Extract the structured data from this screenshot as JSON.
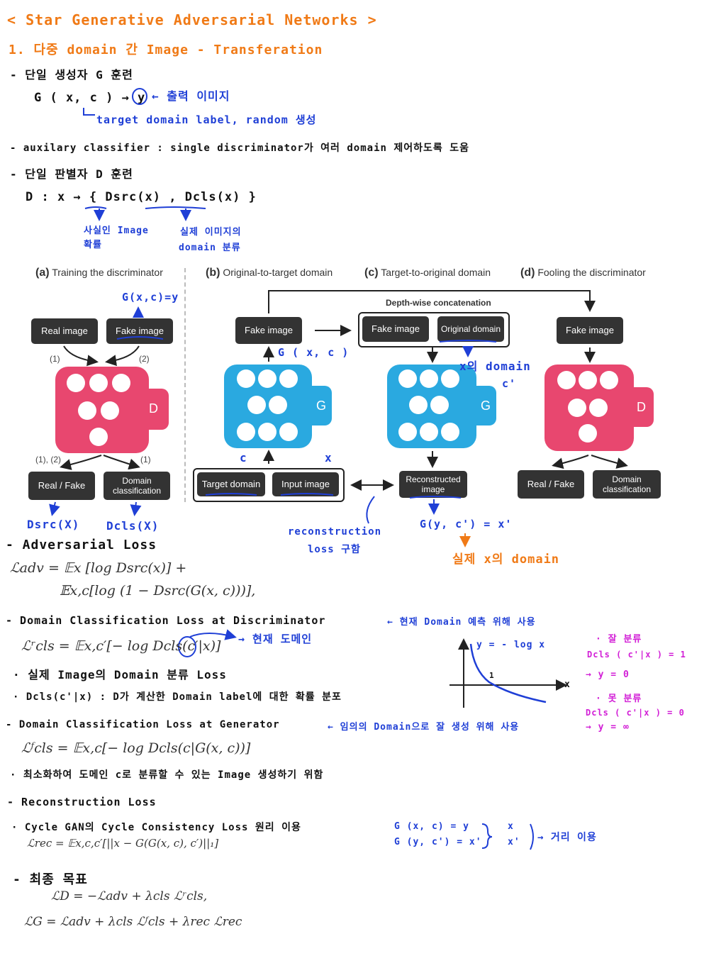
{
  "title": "< Star Generative Adversarial Networks >",
  "section1": {
    "heading": "1. 다중 domain 간 Image - Transferation",
    "line1": "- 단일 생성자 G 훈련",
    "g_formula": "G ( x, c ) → y",
    "g_note": "← 출력 이미지",
    "c_note": "target domain label, random 생성",
    "aux": "- auxilary classifier : single discriminator가 여러 domain 제어하도록 도움",
    "line2": "- 단일 판별자 D 훈련",
    "d_formula": "D : x → { Dsrc(x) , Dcls(x) }",
    "dsrc_note1": "사실인 Image",
    "dsrc_note2": "확률",
    "dcls_note1": "실제 이미지의",
    "dcls_note2": "domain 분류"
  },
  "figure": {
    "panel_a": "Training the discriminator",
    "panel_b": "Original-to-target domain",
    "panel_c": "Target-to-original domain",
    "panel_d": "Fooling the discriminator",
    "label_a": "(a)",
    "label_b": "(b)",
    "label_c": "(c)",
    "label_d": "(d)",
    "real_image": "Real image",
    "fake_image": "Fake image",
    "real_fake": "Real / Fake",
    "domain_classification": "Domain classification",
    "target_domain": "Target domain",
    "input_image": "Input image",
    "original_domain": "Original domain",
    "reconstructed_image": "Reconstructed image",
    "depthwise": "Depth-wise concatenation",
    "arrow1": "(1)",
    "arrow2": "(2)",
    "arrow12": "(1), (2)",
    "net_d": "D",
    "net_g": "G",
    "ann_gxc_y": "G(x,c)=y",
    "ann_gxc": "G ( x, c )",
    "ann_x_domain": "x의 domain",
    "ann_c_prime": "c'",
    "ann_c": "c",
    "ann_x": "x",
    "ann_dsrc": "Dsrc(X)",
    "ann_dcls": "Dcls(X)",
    "ann_recon": "reconstruction",
    "ann_recon2": "loss 구함",
    "ann_gyc": "G(y, c') = x'",
    "ann_real_x_domain": "실제 x의 domain"
  },
  "adv": {
    "heading": "- Adversarial Loss",
    "eq1": "ℒadv = 𝔼x [log Dsrc(x)]  +",
    "eq2": "𝔼x,c[log (1 − Dsrc(G(x, c)))],"
  },
  "dcls_d": {
    "heading": "- Domain Classification Loss at Discriminator",
    "note": "← 현재 Domain 예측 위해 사용",
    "eq": "ℒʳcls = 𝔼x,c′[− log Dcls(c′|x)]",
    "eq_note": "→ 현재 도메인",
    "b1": "· 실제 Image의 Domain 분류 Loss",
    "b2": "· Dcls(c'|x) : D가 계산한 Domain label에 대한 확률 분포"
  },
  "graph": {
    "label": "y = - log x",
    "x": "x",
    "one": "1"
  },
  "side": {
    "a1": "· 잘 분류",
    "a2": "Dcls ( c'|x ) = 1",
    "a3": "→ y = 0",
    "b1": "· 못 분류",
    "b2": "Dcls ( c'|x ) = 0",
    "b3": "→ y = ∞"
  },
  "dcls_g": {
    "heading": "- Domain Classification Loss at Generator",
    "note": "← 임의의 Domain으로 잘 생성 위해 사용",
    "eq": "ℒᶠcls = 𝔼x,c[− log Dcls(c|G(x, c))]",
    "b1": "· 최소화하여 도메인 c로 분류할 수 있는 Image 생성하기 위함"
  },
  "rec": {
    "heading": "- Reconstruction Loss",
    "b1": "· Cycle GAN의 Cycle Consistency Loss 원리 이용",
    "eq": "ℒrec = 𝔼x,c,c′[||x − G(G(x, c), c′)||₁]",
    "side1": "G (x, c) = y",
    "side2": "G (y, c') = x'",
    "side3": "x",
    "side4": "x'",
    "side5": "→ 거리 이용"
  },
  "final": {
    "heading": "- 최종 목표",
    "eq1": "ℒD = −ℒadv + λcls ℒʳcls,",
    "eq2": "ℒG = ℒadv + λcls ℒᶠcls + λrec ℒrec"
  },
  "colors": {
    "orange": "#f07a16",
    "blue": "#1f3fd6",
    "magenta": "#d21fd6",
    "pink_net": "#e8476f",
    "blue_net": "#2aa9e0",
    "box_dark": "#333333"
  }
}
